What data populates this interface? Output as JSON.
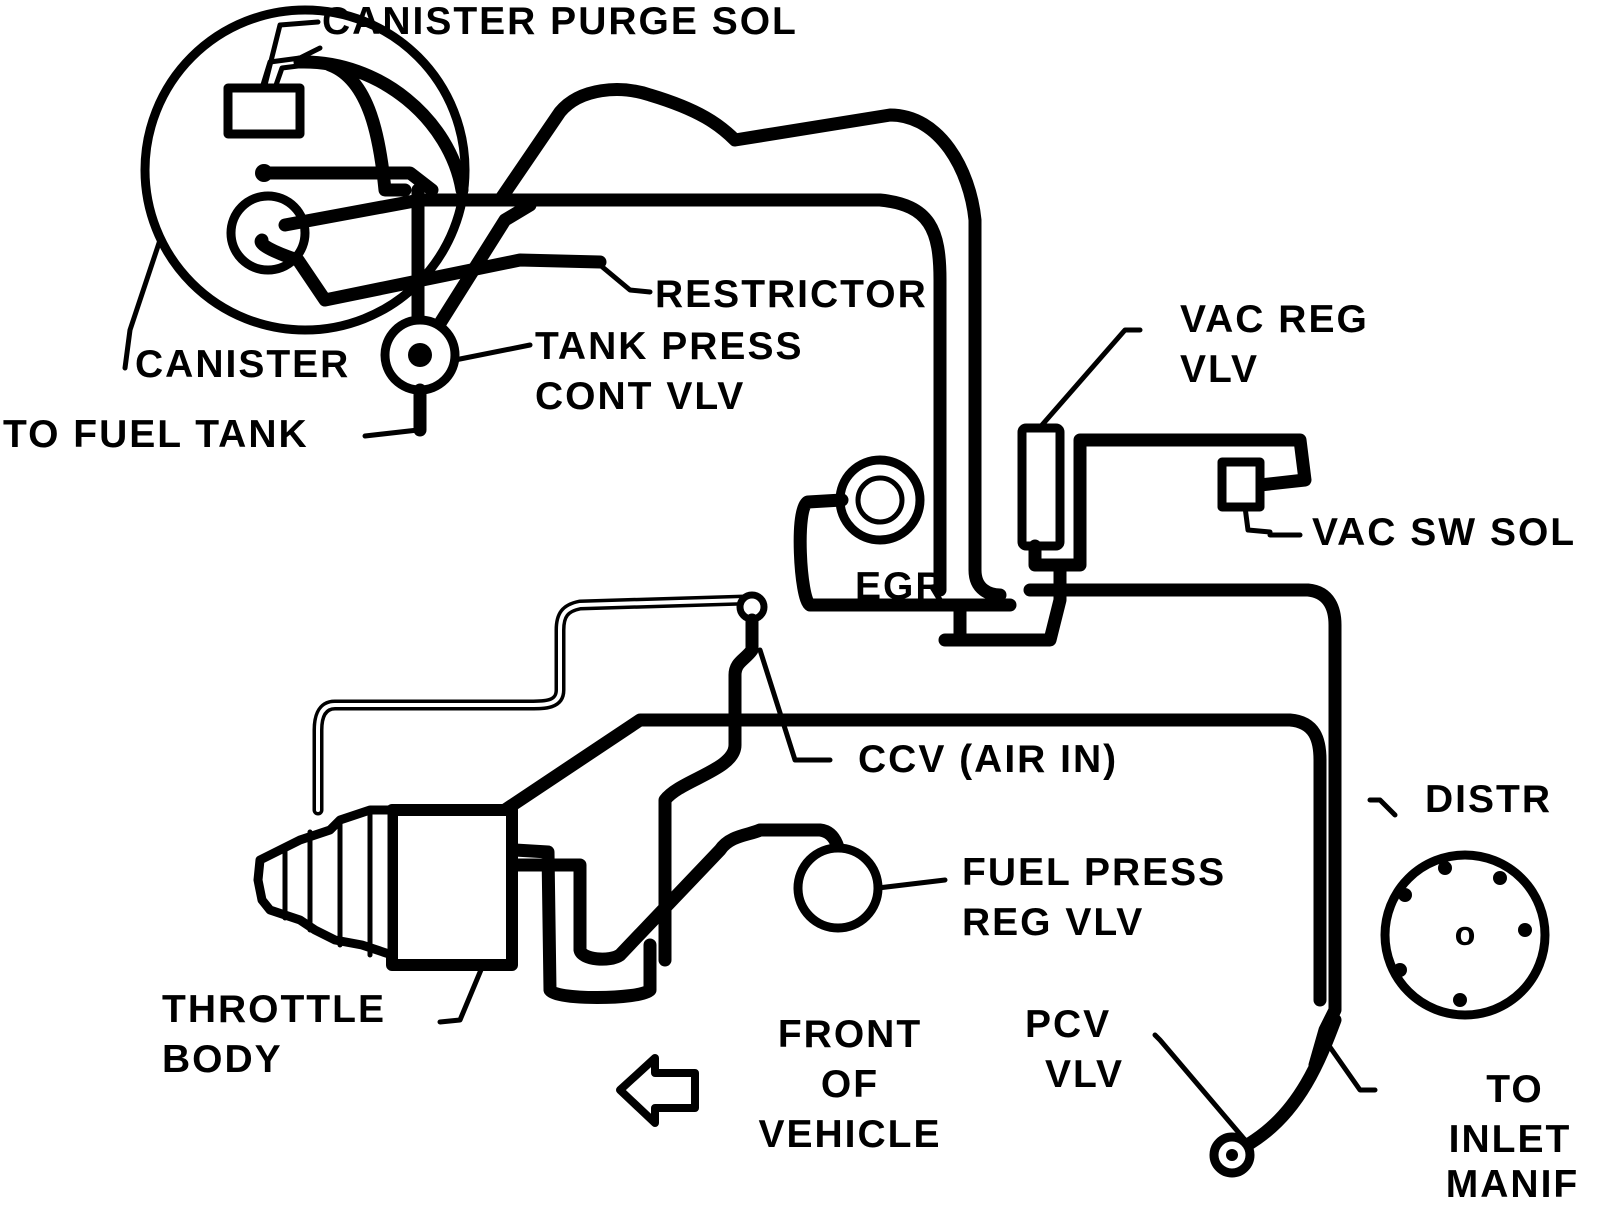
{
  "labels": {
    "canister_purge_sol": "CANISTER PURGE SOL",
    "restrictor": "RESTRICTOR",
    "canister": "CANISTER",
    "tank_press_l1": "TANK PRESS",
    "tank_press_l2": "CONT VLV",
    "to_fuel_tank": "TO FUEL TANK",
    "vac_reg_l1": "VAC REG",
    "vac_reg_l2": "VLV",
    "vac_sw_sol": "VAC SW SOL",
    "egr": "EGR",
    "ccv": "CCV (AIR IN)",
    "distr": "DISTR",
    "fuel_press_l1": "FUEL PRESS",
    "fuel_press_l2": "REG VLV",
    "throttle_l1": "THROTTLE",
    "throttle_l2": "BODY",
    "front_l1": "FRONT",
    "front_l2": "OF",
    "front_l3": "VEHICLE",
    "pcv_l1": "PCV",
    "pcv_l2": "VLV",
    "inlet_l1": "TO",
    "inlet_l2": "INLET",
    "inlet_l3": "MANIF"
  },
  "colors": {
    "ink": "#000000",
    "paper": "#ffffff"
  }
}
